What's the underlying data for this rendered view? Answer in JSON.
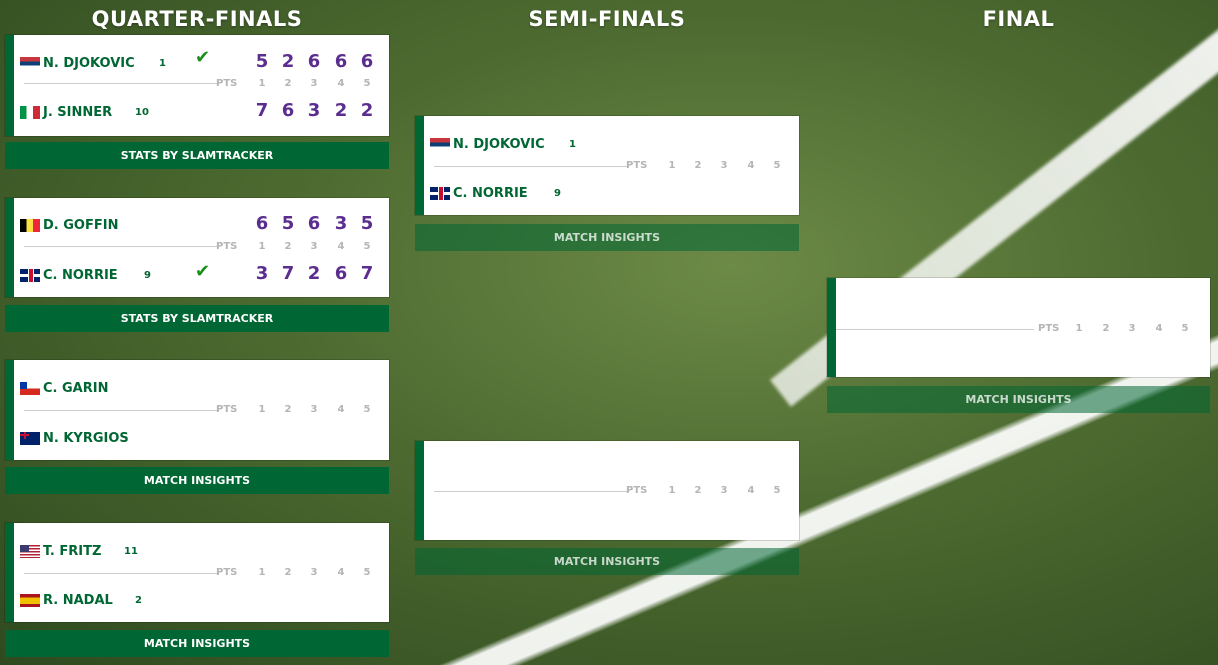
{
  "columns": {
    "quarterfinals": "QUARTER-FINALS",
    "semifinals": "SEMI-FINALS",
    "final": "FINAL"
  },
  "pts_label": "PTS",
  "set_numbers": [
    "1",
    "2",
    "3",
    "4",
    "5"
  ],
  "colors": {
    "brand_green": "#006633",
    "score_purple": "#5b2d8f",
    "check_green": "#1a8f1a"
  },
  "qf": [
    {
      "p1": {
        "name": "N. DJOKOVIC",
        "seed": "1",
        "flag": "serbia-flag",
        "winner": true,
        "scores": [
          "5",
          "2",
          "6",
          "6",
          "6"
        ]
      },
      "p2": {
        "name": "J. SINNER",
        "seed": "10",
        "flag": "italy-flag",
        "winner": false,
        "scores": [
          "7",
          "6",
          "3",
          "2",
          "2"
        ]
      },
      "button": "STATS BY SLAMTRACKER"
    },
    {
      "p1": {
        "name": "D. GOFFIN",
        "seed": "",
        "flag": "belgium-flag",
        "winner": false,
        "scores": [
          "6",
          "5",
          "6",
          "3",
          "5"
        ]
      },
      "p2": {
        "name": "C. NORRIE",
        "seed": "9",
        "flag": "uk-flag",
        "winner": true,
        "scores": [
          "3",
          "7",
          "2",
          "6",
          "7"
        ]
      },
      "button": "STATS BY SLAMTRACKER"
    },
    {
      "p1": {
        "name": "C. GARIN",
        "seed": "",
        "flag": "chile-flag"
      },
      "p2": {
        "name": "N. KYRGIOS",
        "seed": "",
        "flag": "australia-flag"
      },
      "button": "MATCH INSIGHTS"
    },
    {
      "p1": {
        "name": "T. FRITZ",
        "seed": "11",
        "flag": "usa-flag"
      },
      "p2": {
        "name": "R. NADAL",
        "seed": "2",
        "flag": "spain-flag"
      },
      "button": "MATCH INSIGHTS"
    }
  ],
  "sf": [
    {
      "p1": {
        "name": "N. DJOKOVIC",
        "seed": "1",
        "flag": "serbia-flag"
      },
      "p2": {
        "name": "C. NORRIE",
        "seed": "9",
        "flag": "uk-flag"
      },
      "button": "MATCH INSIGHTS"
    },
    {
      "button": "MATCH INSIGHTS"
    }
  ],
  "final": {
    "button": "MATCH INSIGHTS"
  }
}
